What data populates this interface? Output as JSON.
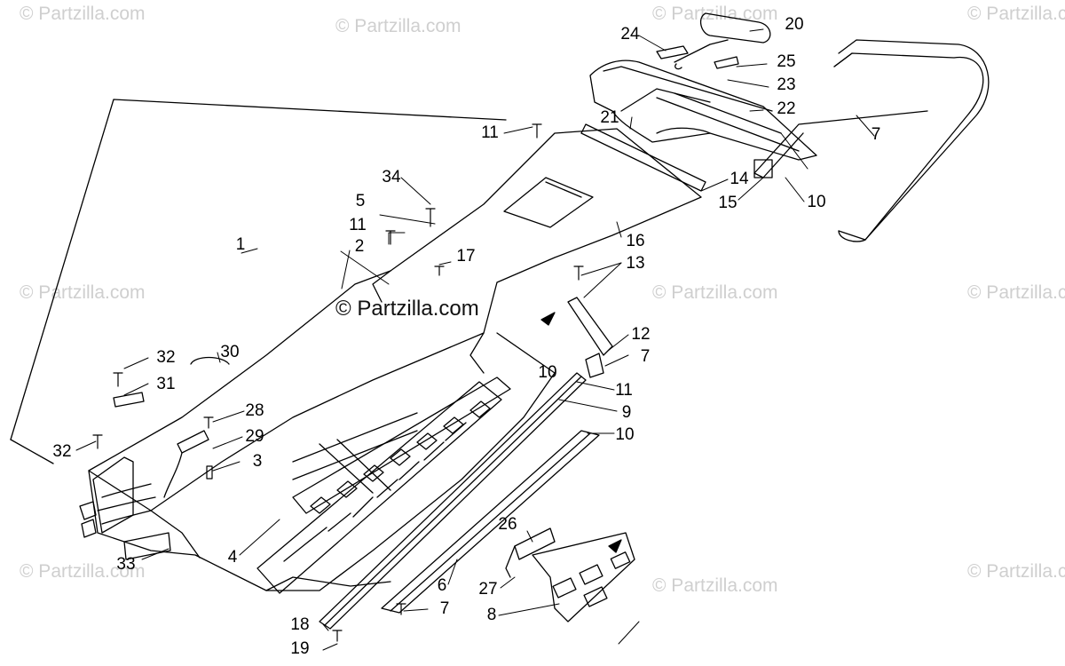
{
  "watermark": {
    "text": "© Partzilla.com",
    "center_text": "© Partzilla.com"
  },
  "callouts": {
    "c1": "1",
    "c2": "2",
    "c3": "3",
    "c4": "4",
    "c5": "5",
    "c6": "6",
    "c7a": "7",
    "c7b": "7",
    "c7c": "7",
    "c8": "8",
    "c9": "9",
    "c10a": "10",
    "c10b": "10",
    "c10c": "10",
    "c11a": "11",
    "c11b": "11",
    "c11c": "11",
    "c12": "12",
    "c13": "13",
    "c14": "14",
    "c15": "15",
    "c16": "16",
    "c17": "17",
    "c18": "18",
    "c19": "19",
    "c20": "20",
    "c21": "21",
    "c22": "22",
    "c23": "23",
    "c24": "24",
    "c25": "25",
    "c26": "26",
    "c27": "27",
    "c28": "28",
    "c29": "29",
    "c30": "30",
    "c31": "31",
    "c32a": "32",
    "c32b": "32",
    "c33": "33",
    "c34": "34"
  },
  "colors": {
    "line": "#000000",
    "watermark": "#cfcfcf"
  }
}
